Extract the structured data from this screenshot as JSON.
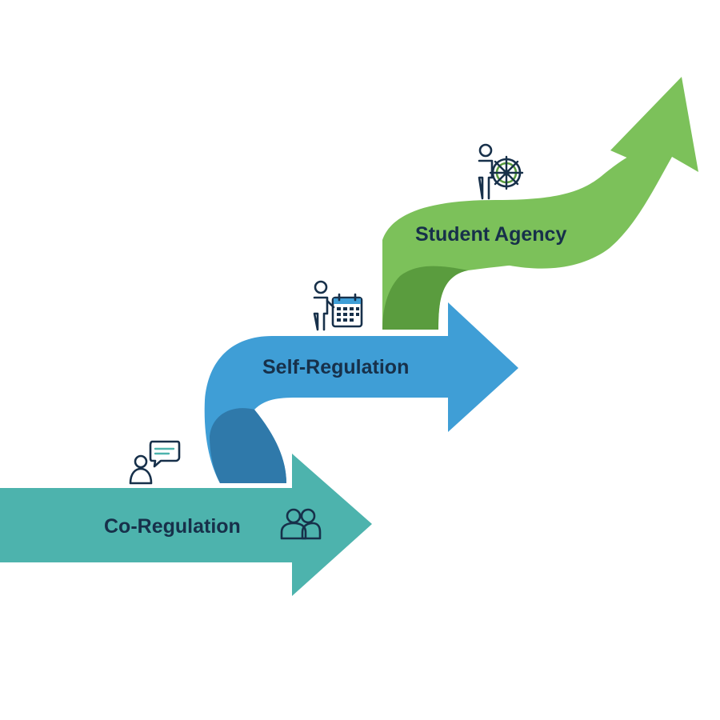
{
  "stages": [
    {
      "key": "co_regulation",
      "label": "Co-Regulation",
      "color": "#4db3ad",
      "accent_color": "#3a8f8a",
      "icons": [
        "person-with-speech-bubble-icon",
        "group-of-people-icon"
      ]
    },
    {
      "key": "self_regulation",
      "label": "Self-Regulation",
      "color": "#3f9ed6",
      "accent_color": "#2f79aa",
      "icons": [
        "person-with-calendar-icon"
      ]
    },
    {
      "key": "student_agency",
      "label": "Student Agency",
      "color": "#7cc15a",
      "accent_color": "#5a9c3e",
      "icons": [
        "person-with-ship-wheel-icon"
      ]
    }
  ],
  "colors": {
    "icon_stroke": "#17304a",
    "calendar_accent": "#3f9ed6",
    "wheel_accent": "#5a9c3e",
    "bubble_accent": "#4db3ad"
  }
}
